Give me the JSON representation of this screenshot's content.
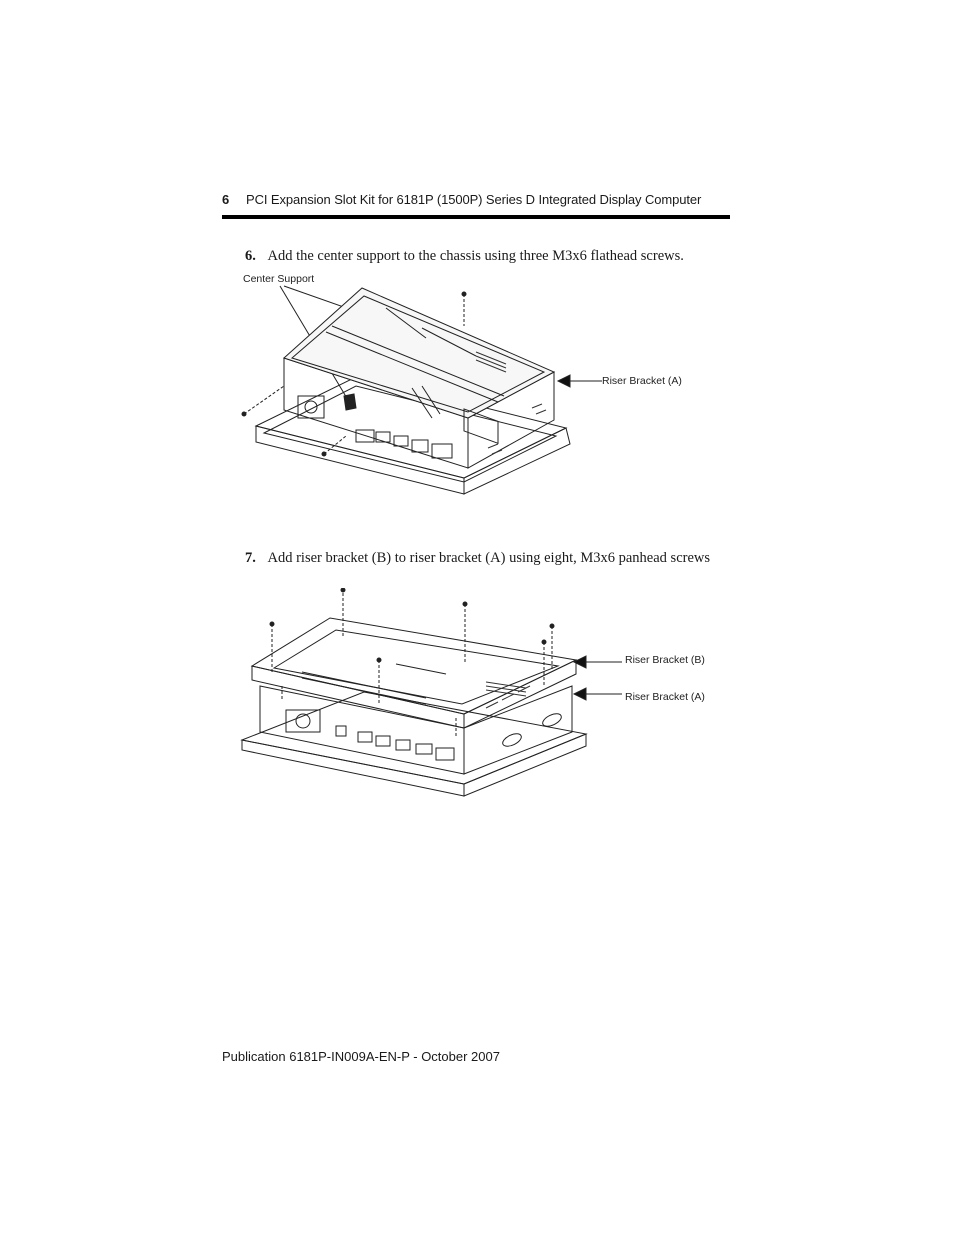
{
  "header": {
    "page_number": "6",
    "title": "PCI Expansion Slot Kit for 6181P (1500P) Series D Integrated Display Computer"
  },
  "steps": [
    {
      "number": "6.",
      "text": "Add the center support to the chassis using three M3x6 flathead screws."
    },
    {
      "number": "7.",
      "text": "Add riser bracket (B) to riser bracket (A) using eight, M3x6 panhead screws"
    }
  ],
  "figure1": {
    "callouts": {
      "center_support": "Center Support",
      "riser_bracket_a": "Riser Bracket (A)"
    }
  },
  "figure2": {
    "callouts": {
      "riser_bracket_b": "Riser Bracket (B)",
      "riser_bracket_a": "Riser Bracket (A)"
    }
  },
  "footer": {
    "publication": "Publication 6181P-IN009A-EN-P - October 2007"
  }
}
